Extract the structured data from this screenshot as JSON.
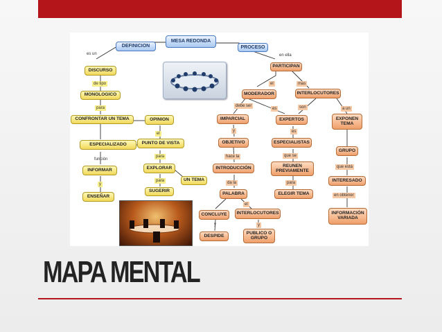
{
  "slide": {
    "title": "MAPA MENTAL",
    "accent": "#b3151b"
  },
  "nodes": {
    "definicion": "DEFINICION",
    "mesa": "MESA REDONDA",
    "proceso": "PROCESO",
    "discurso": "DISCURSO",
    "monologico": "MONOLOGICO",
    "confrontar": "CONFRONTAR UN TEMA",
    "opinion": "OPINION",
    "especializado": "ESPECIALIZADO",
    "punto_vista": "PUNTO DE VISTA",
    "informar": "INFORMAR",
    "explorar": "EXPLORAR",
    "un_tema": "UN TEMA",
    "ensenar": "ENSEÑAR",
    "sugerir": "SUGERIR",
    "participan": "PARTICIPAN",
    "moderador": "MODERADOR",
    "interlocutores": "INTERLOCUTORES",
    "imparcial": "IMPARCIAL",
    "expertos": "EXPERTOS",
    "exponen_tema": "EXPONEN TEMA",
    "objetivo": "OBJETIVO",
    "especialistas": "ESPECIALISTAS",
    "grupo": "GRUPO",
    "introduccion": "INTRODUCCIÓN",
    "reunen": "REUNEN PREVIAMENTE",
    "interesado": "INTERESADO",
    "palabra": "PALABRA",
    "elegir_tema": "ELEGIR TEMA",
    "concluye": "CONCLUYE",
    "interlocutores2": "INTERLOCUTORES",
    "informacion": "INFORMACIÓN VARIADA",
    "despide": "DESPIDE",
    "publico": "PUBLICO O GRUPO"
  },
  "links": {
    "es_un": "es un",
    "de_tipo": "de tipo",
    "para1": "para",
    "el": "el",
    "especializado_conn": "",
    "funcion": "función",
    "para2": "para",
    "y1": "y",
    "para3": "para",
    "en_ella": "en ella",
    "el2": "el",
    "mas": "mas",
    "debe_ser": "debe ser",
    "es": "es",
    "son": "son",
    "a_un": "a un",
    "y2": "y",
    "hace_la": "hace la",
    "que_se": "que se",
    "da_la": "da la",
    "para4": "para",
    "que_esta": "que está",
    "en_obtener": "en obtener",
    "y3": "y",
    "el3": "el",
    "y4": "y"
  },
  "icons": {
    "round_table": "round-table-image",
    "discussion_photo": "panel-discussion-photo"
  }
}
